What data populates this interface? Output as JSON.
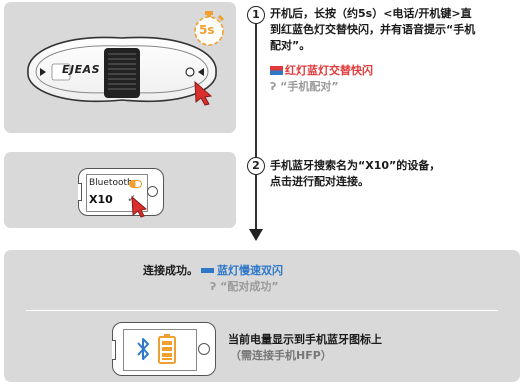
{
  "step1": {
    "number": "1",
    "line1": "开机后，长按（约5s）<电话/开机键>直",
    "line2": "到红蓝色灯交替快闪，并有语音提示“手机",
    "line3": "配对”。",
    "led_label": "红灯蓝灯交替快闪",
    "voice": "“手机配对”",
    "timer": "5s",
    "logo": "EJEAS"
  },
  "step2": {
    "number": "2",
    "line1": "手机蓝牙搜索名为“X10”的设备，",
    "line2": "点击进行配对连接。",
    "phone_bt_label": "Bluetooth",
    "phone_device": "X10"
  },
  "result": {
    "success_label": "连接成功。",
    "led_label": "蓝灯慢速双闪",
    "voice": "“配对成功”",
    "battery_line1": "当前电量显示到手机蓝牙图标上",
    "battery_line2": "（需连接手机HFP）"
  },
  "colors": {
    "red": "#e23a3a",
    "blue": "#2f78c8",
    "orange": "#f0a030",
    "panel": "#d9d9d9"
  },
  "icons": [
    "stopwatch-icon",
    "hand-pointer-icon",
    "toggle-icon",
    "checkmark-icon",
    "bluetooth-icon",
    "battery-icon",
    "voice-prompt-icon"
  ]
}
